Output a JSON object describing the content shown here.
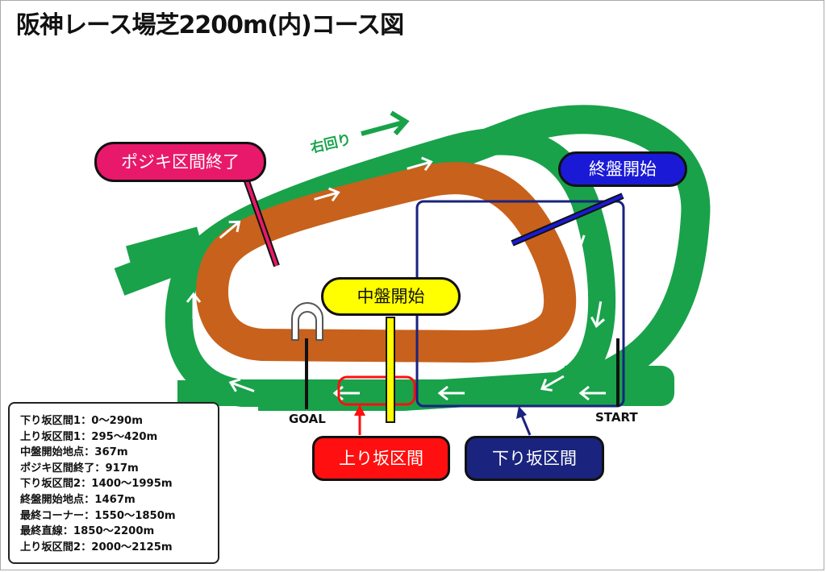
{
  "title": "阪神レース場芝2200m(内)コース図",
  "direction_label": "右回り",
  "markers": {
    "posijiki_end": "ポジキ区間終了",
    "final_stretch_start": "終盤開始",
    "mid_start": "中盤開始",
    "uphill": "上り坂区間",
    "downhill": "下り坂区間",
    "goal": "GOAL",
    "start": "START"
  },
  "legend": [
    "下り坂区間1：0〜290m",
    "上り坂区間1：295〜420m",
    "中盤開始地点：367m",
    "ポジキ区間終了：917m",
    "下り坂区間2：1400〜1995m",
    "終盤開始地点：1467m",
    "最終コーナー：1550〜1850m",
    "最終直線：1850〜2200m",
    "上り坂区間2：2000〜2125m"
  ],
  "colors": {
    "turf": "#19a24a",
    "dirt": "#c8611c",
    "pink": "#e8196a",
    "blue": "#1a1ad6",
    "yellow": "#ffff00",
    "red": "#ff0f0f",
    "navy": "#1a237e"
  }
}
